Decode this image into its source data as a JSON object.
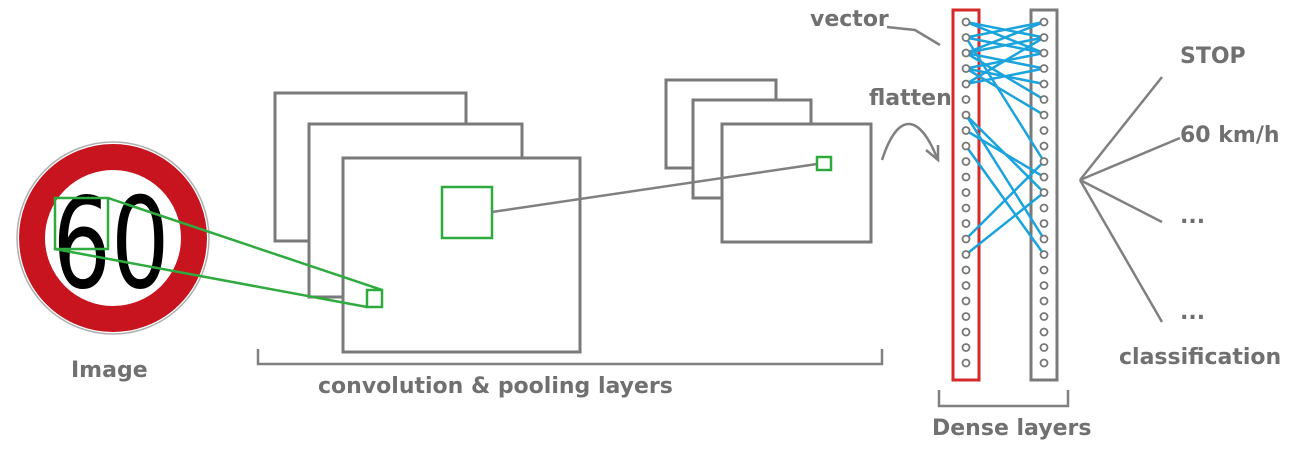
{
  "labels": {
    "image": "Image",
    "sign_text": "60",
    "conv_layers": "convolution & pooling layers",
    "flatten": "flatten",
    "vector": "vector",
    "dense_layers": "Dense layers",
    "classification": "classification"
  },
  "classes": [
    "STOP",
    "60 km/h",
    "...",
    "..."
  ],
  "colors": {
    "sign_red": "#c8141e",
    "filter_green": "#2eaa3e",
    "vector_red": "#d42a2a",
    "connection_blue": "#1aa3dd",
    "label_gray": "#707070"
  }
}
